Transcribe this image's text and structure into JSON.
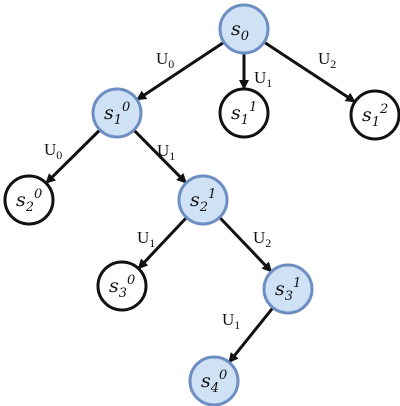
{
  "colors": {
    "expanded_fill": "#cfe1f5",
    "expanded_stroke": "#6c8ec2",
    "leaf_fill": "#ffffff",
    "leaf_stroke": "#111111",
    "edge": "#111111"
  },
  "nodes": [
    {
      "id": "s0",
      "base": "s",
      "sub": "0",
      "sup": "",
      "expanded": true
    },
    {
      "id": "s1_0",
      "base": "s",
      "sub": "1",
      "sup": "0",
      "expanded": true
    },
    {
      "id": "s1_1",
      "base": "s",
      "sub": "1",
      "sup": "1",
      "expanded": false
    },
    {
      "id": "s1_2",
      "base": "s",
      "sub": "1",
      "sup": "2",
      "expanded": false
    },
    {
      "id": "s2_0",
      "base": "s",
      "sub": "2",
      "sup": "0",
      "expanded": false
    },
    {
      "id": "s2_1",
      "base": "s",
      "sub": "2",
      "sup": "1",
      "expanded": true
    },
    {
      "id": "s3_0",
      "base": "s",
      "sub": "3",
      "sup": "0",
      "expanded": false
    },
    {
      "id": "s3_1",
      "base": "s",
      "sub": "3",
      "sup": "1",
      "expanded": true
    },
    {
      "id": "s4_0",
      "base": "s",
      "sub": "4",
      "sup": "0",
      "expanded": true
    }
  ],
  "edges": [
    {
      "from": "s0",
      "to": "s1_0",
      "base": "U",
      "sub": "0"
    },
    {
      "from": "s0",
      "to": "s1_1",
      "base": "U",
      "sub": "1"
    },
    {
      "from": "s0",
      "to": "s1_2",
      "base": "U",
      "sub": "2"
    },
    {
      "from": "s1_0",
      "to": "s2_0",
      "base": "U",
      "sub": "0"
    },
    {
      "from": "s1_0",
      "to": "s2_1",
      "base": "U",
      "sub": "1"
    },
    {
      "from": "s2_1",
      "to": "s3_0",
      "base": "U",
      "sub": "1"
    },
    {
      "from": "s2_1",
      "to": "s3_1",
      "base": "U",
      "sub": "2"
    },
    {
      "from": "s3_1",
      "to": "s4_0",
      "base": "U",
      "sub": "1"
    }
  ]
}
